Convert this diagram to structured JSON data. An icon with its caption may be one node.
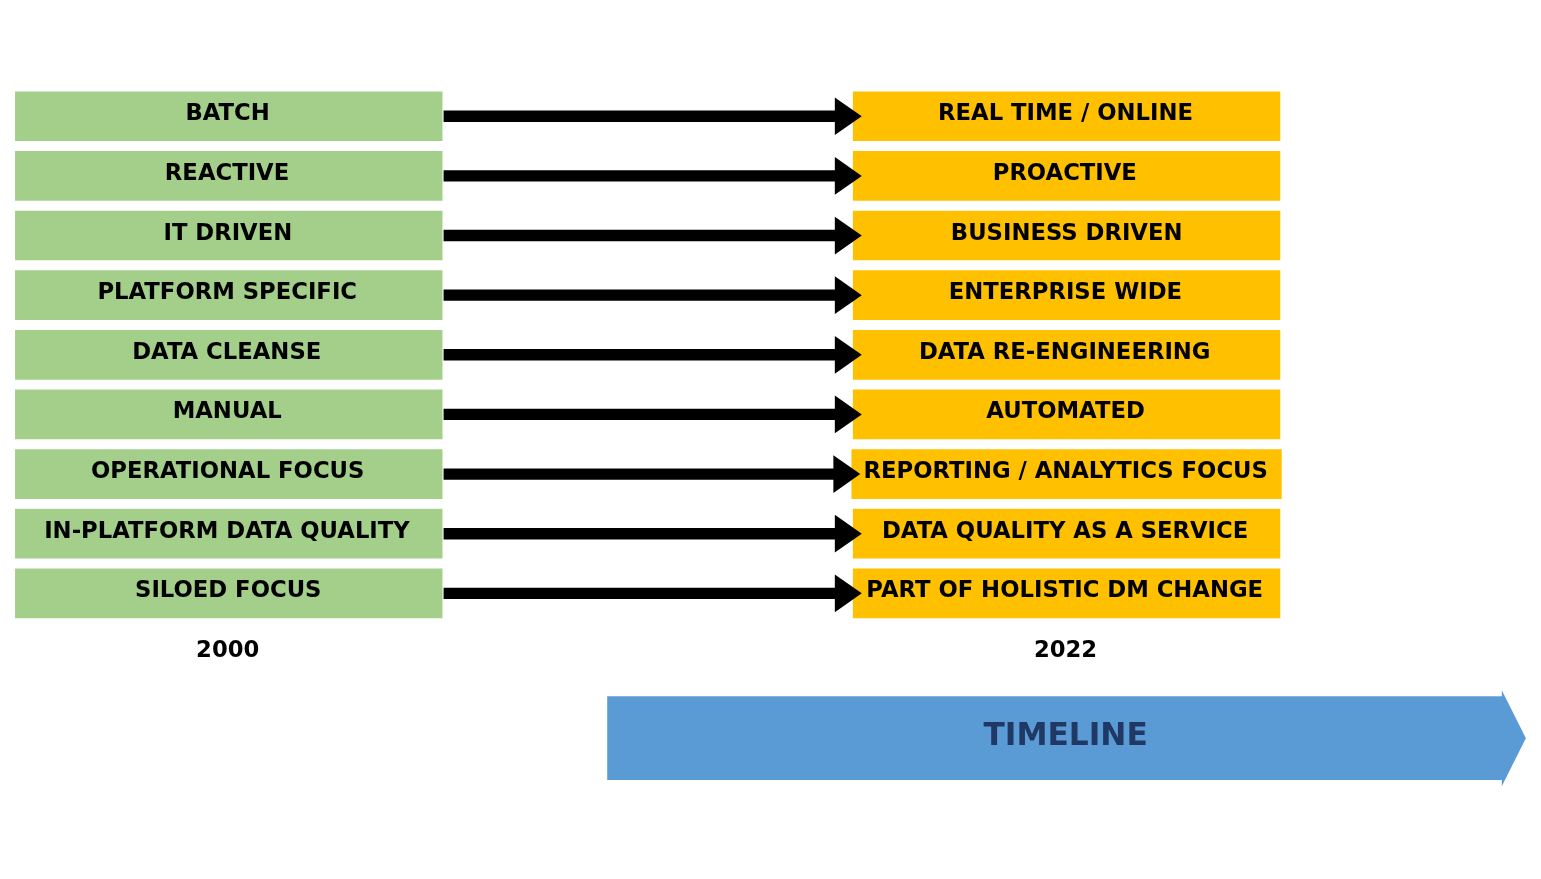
{
  "diagram": {
    "nodes": [
      {
        "text": [
          "BATCH"
        ]
      },
      {
        "text": [
          "REAL TIME / ONLINE"
        ]
      },
      {
        "text": [
          "REACTIVE"
        ]
      },
      {
        "text": [
          "PROACTIVE"
        ]
      },
      {
        "text": [
          "IT DRIVEN"
        ]
      },
      {
        "text": [
          "BUSINESS DRIVEN"
        ]
      },
      {
        "text": [
          "PLATFORM SPECIFIC"
        ]
      },
      {
        "text": [
          "ENTERPRISE WIDE"
        ]
      },
      {
        "text": [
          "DATA CLEANSE"
        ]
      },
      {
        "text": [
          "DATA RE-ENGINEERING"
        ]
      },
      {
        "text": [
          "MANUAL"
        ]
      },
      {
        "text": [
          "AUTOMATED"
        ]
      },
      {
        "text": [
          "OPERATIONAL FOCUS"
        ]
      },
      {
        "text": [
          "REPORTING / ANALYTICS FOCUS"
        ]
      },
      {
        "text": [
          "IN-PLATFORM DATA QUALITY"
        ]
      },
      {
        "text": [
          "DATA QUALITY AS A SERVICE"
        ]
      },
      {
        "text": [
          "SILOED FOCUS"
        ]
      },
      {
        "text": [
          "PART OF HOLISTIC DM CHANGE"
        ]
      },
      {
        "text": [
          "TIMELINE"
        ]
      }
    ],
    "edges": [
      {
        "from": 0,
        "to": 1,
        "arrow": "to"
      },
      {
        "from": 2,
        "to": 3,
        "arrow": "to"
      },
      {
        "from": 4,
        "to": 5,
        "arrow": "to"
      },
      {
        "from": 6,
        "to": 7,
        "arrow": "to"
      },
      {
        "from": 8,
        "to": 9,
        "arrow": "to"
      },
      {
        "from": 10,
        "to": 11,
        "arrow": "to"
      },
      {
        "from": 12,
        "to": 13,
        "arrow": "to"
      },
      {
        "from": 14,
        "to": 15,
        "arrow": "to"
      },
      {
        "from": 16,
        "to": 17,
        "arrow": "to"
      }
    ],
    "labels": [
      "2000",
      "2022"
    ]
  }
}
